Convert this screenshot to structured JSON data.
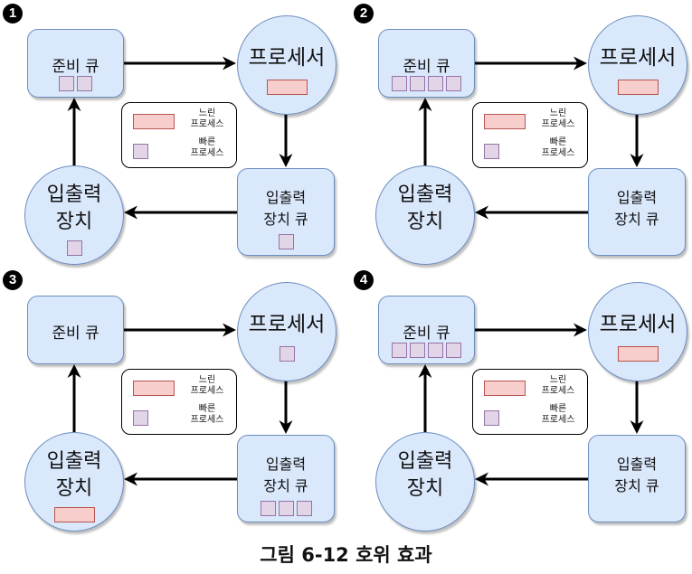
{
  "caption": "그림 6-12 호위 효과",
  "labels": {
    "ready_queue": "준비 큐",
    "processor": "프로세서",
    "io_device": "입출력\n장치",
    "io_queue": "입출력\n장치 큐"
  },
  "legend": {
    "slow": "느린\n프로세스",
    "fast": "빠른\n프로세스"
  },
  "colors": {
    "node_fill": "#dae8fc",
    "node_border": "#6c8ebf",
    "slow_fill": "#f8cecc",
    "slow_border": "#b85450",
    "fast_fill": "#e1d5e7",
    "fast_border": "#9673a6"
  },
  "panels": [
    {
      "step": "1",
      "ready_queue": [
        "fast",
        "fast"
      ],
      "processor": [
        "slow"
      ],
      "io_queue": [
        "fast"
      ],
      "io_device": [
        "fast"
      ]
    },
    {
      "step": "2",
      "ready_queue": [
        "fast",
        "fast",
        "fast",
        "fast"
      ],
      "processor": [
        "slow"
      ],
      "io_queue": [],
      "io_device": []
    },
    {
      "step": "3",
      "ready_queue": [],
      "processor": [
        "fast"
      ],
      "io_queue": [
        "fast",
        "fast",
        "fast"
      ],
      "io_device": [
        "slow"
      ]
    },
    {
      "step": "4",
      "ready_queue": [
        "fast",
        "fast",
        "fast",
        "fast"
      ],
      "processor": [
        "slow"
      ],
      "io_queue": [],
      "io_device": []
    }
  ]
}
